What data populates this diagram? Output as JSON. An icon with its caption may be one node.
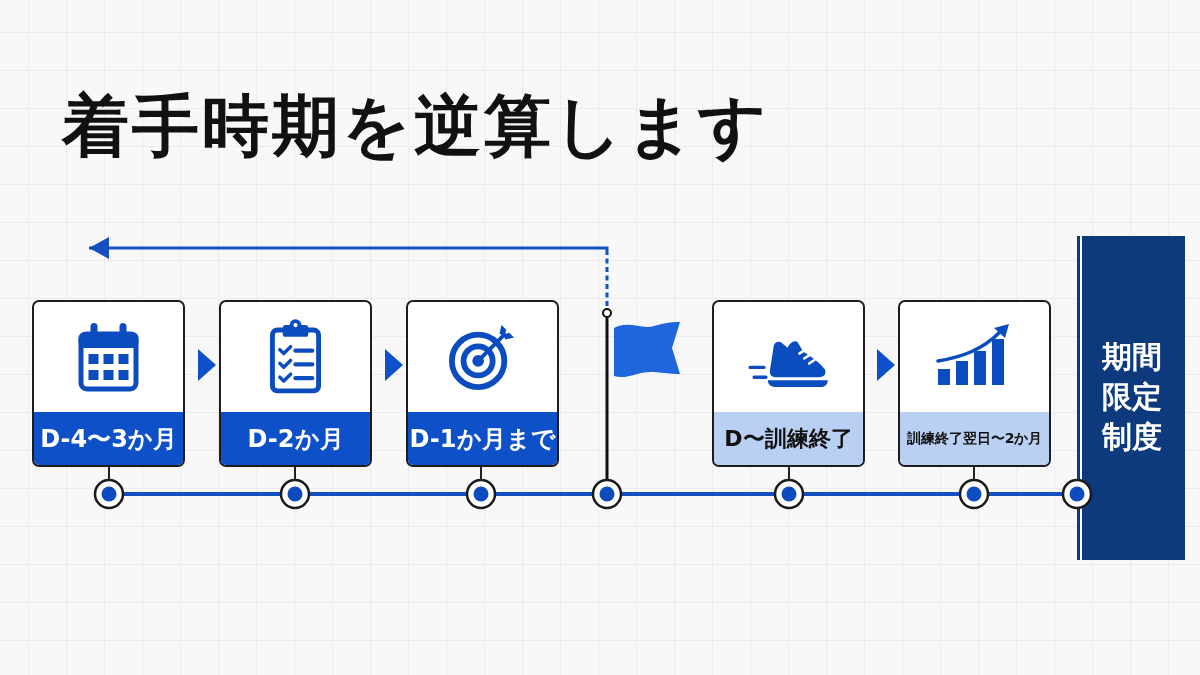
{
  "diagram": {
    "title": "着手時期を逆算します",
    "nodes": [
      {
        "text": [
          "D-4〜3か月"
        ]
      },
      {
        "text": [
          "D-2か月"
        ]
      },
      {
        "text": [
          "D-1か月まで"
        ]
      },
      {
        "text": [],
        "shape": "flag"
      },
      {
        "text": [
          "D〜訓練終了"
        ]
      },
      {
        "text": [
          "訓練終了翌日〜2か月"
        ]
      },
      {
        "text": [
          "期間限定制度"
        ]
      }
    ],
    "edges": [
      {
        "from": 0,
        "to": 1,
        "arrow": "to"
      },
      {
        "from": 1,
        "to": 2,
        "arrow": "to"
      },
      {
        "from": 3,
        "to": null,
        "arrow": "to"
      },
      {
        "from": 4,
        "to": 5,
        "arrow": "to"
      }
    ]
  }
}
